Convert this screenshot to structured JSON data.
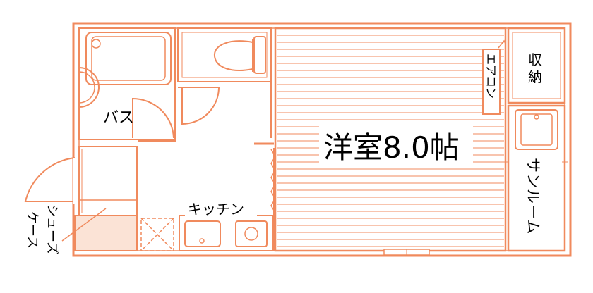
{
  "rooms": {
    "bath": "バス",
    "kitchen": "キッチン",
    "western_room": "洋室8.0帖",
    "aircon": "エアコン",
    "storage_line1": "収",
    "storage_line2": "納",
    "sunroom": "サンルーム",
    "shoe_case_line1": "シューズ",
    "shoe_case_line2": "ケース"
  },
  "colors": {
    "wall": "#f08a5d",
    "fill": "#fbe3d6",
    "text": "#000000",
    "background": "#ffffff"
  }
}
